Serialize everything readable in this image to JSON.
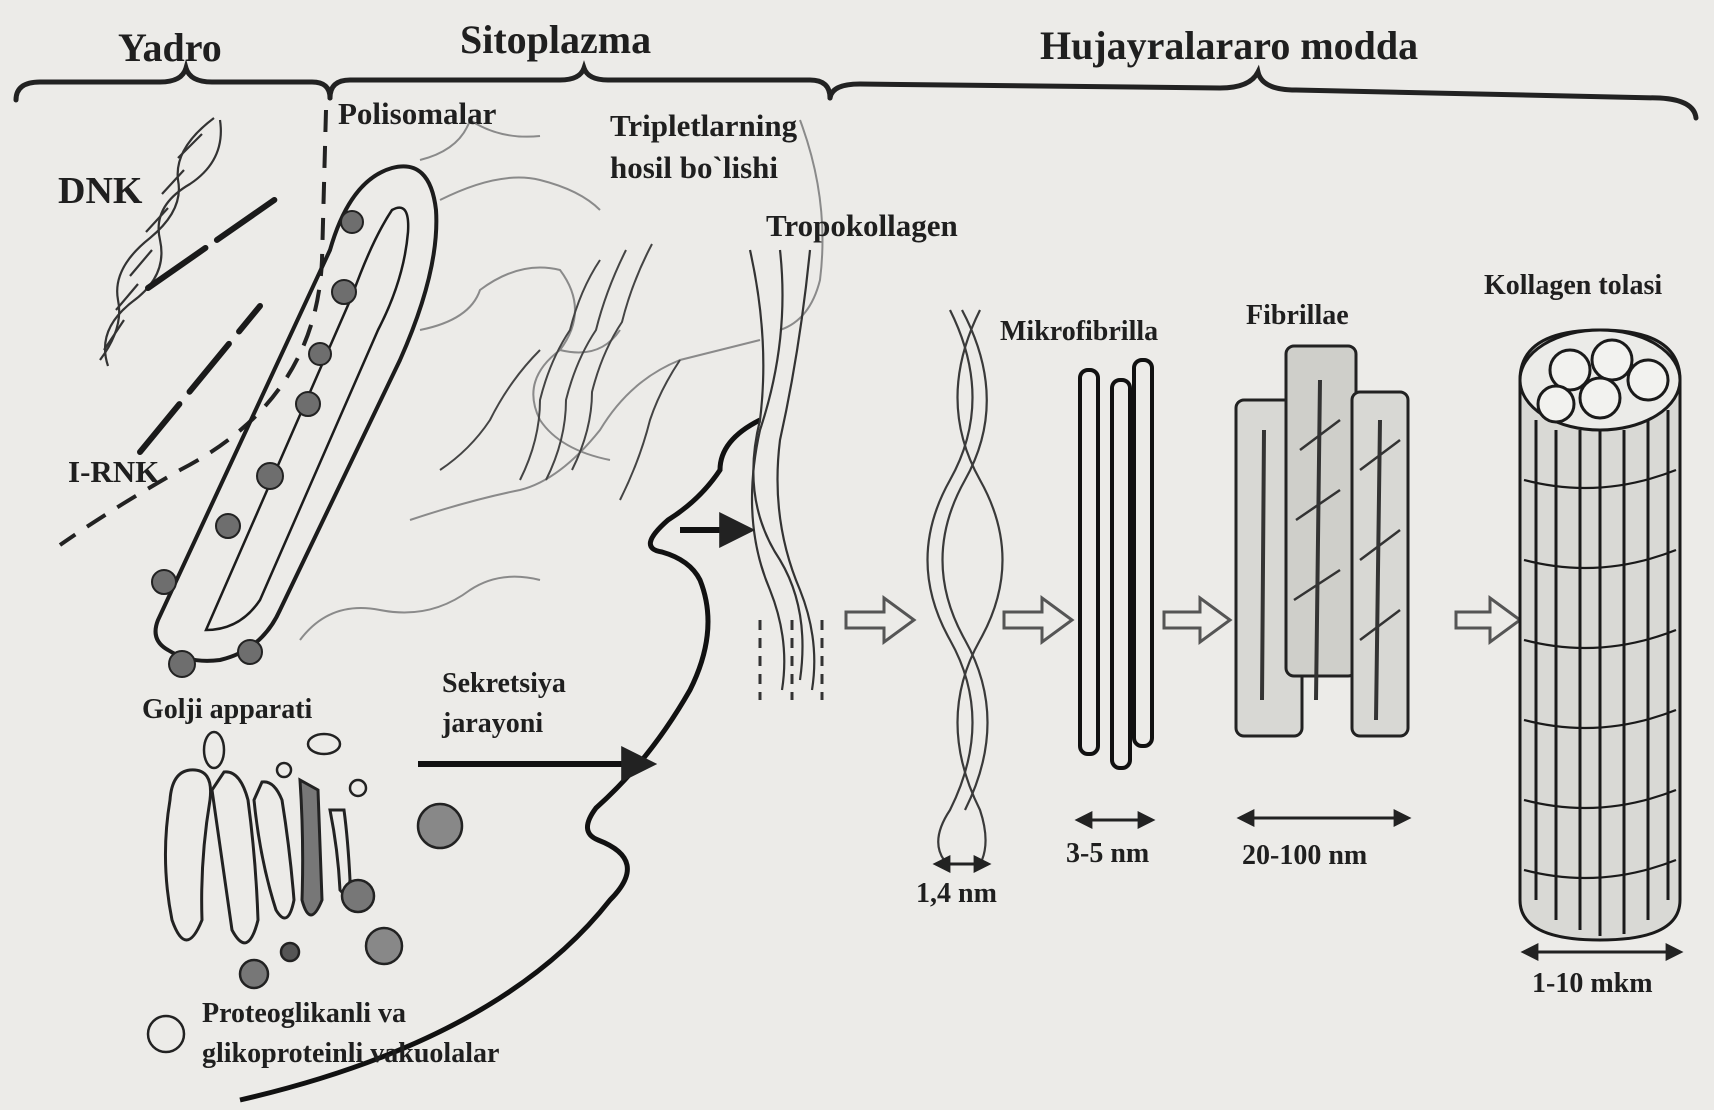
{
  "headers": {
    "yadro": "Yadro",
    "sitoplazma": "Sitoplazma",
    "hujayralararo": "Hujayralararo modda"
  },
  "labels": {
    "dnk": "DNK",
    "polisomalar": "Polisomalar",
    "i_rnk": "I-RNK",
    "tripletlar_line1": "Tripletlarning",
    "tripletlar_line2": "hosil bo`lishi",
    "tropokollagen": "Tropokollagen",
    "mikrofibrilla": "Mikrofibrilla",
    "fibrillae": "Fibrillae",
    "kollagen_tolasi": "Kollagen tolasi",
    "golji": "Golji apparati",
    "sekretsiya_line1": "Sekretsiya",
    "sekretsiya_line2": "jarayoni",
    "vakuola_line1": "Proteoglikanli va",
    "vakuola_line2": "glikoproteinli vakuolalar"
  },
  "measurements": {
    "tropo": "1,4 nm",
    "mikro": "3-5 nm",
    "fibr": "20-100 nm",
    "tola": "1-10 mkm"
  }
}
